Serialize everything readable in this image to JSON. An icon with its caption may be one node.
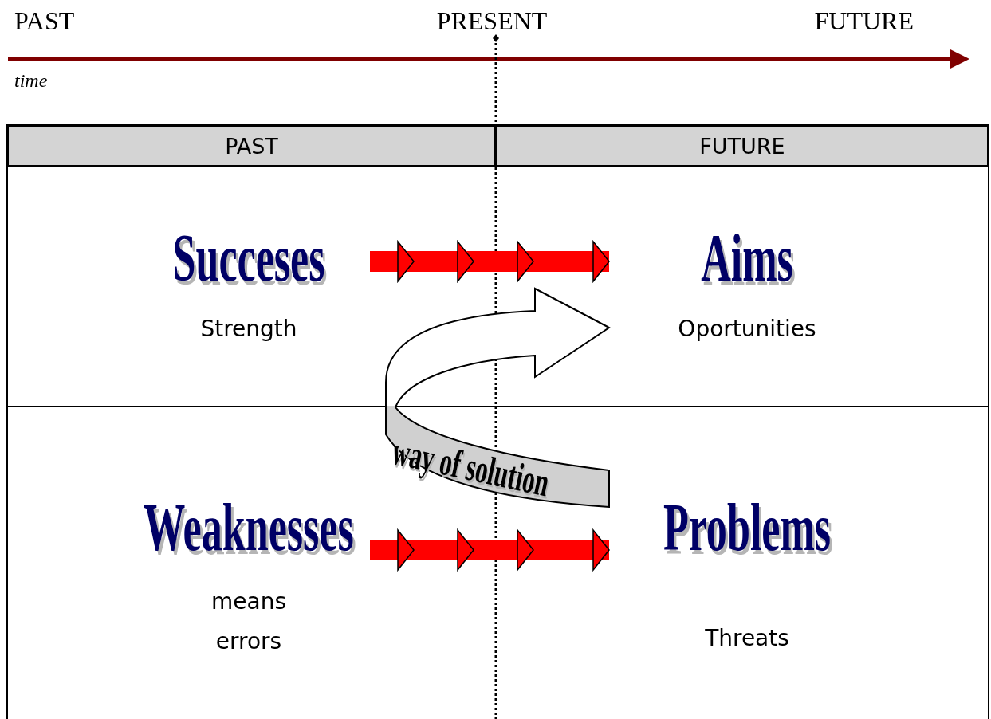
{
  "diagram": {
    "nodes": [
      {
        "text": [
          "PAST"
        ]
      },
      {
        "text": [
          "FUTURE"
        ]
      },
      {
        "text": [
          "Succeses",
          "Strength"
        ]
      },
      {
        "text": [
          "Aims",
          "Oportunities"
        ]
      },
      {
        "text": [
          "Weaknesses",
          "means errors"
        ]
      },
      {
        "text": [
          "Problems",
          "Threats"
        ]
      }
    ],
    "edges": [
      {
        "from": 2,
        "to": 3,
        "arrow": "to",
        "color": "#ff0000"
      },
      {
        "from": 4,
        "to": 5,
        "arrow": "to",
        "color": "#ff0000"
      },
      {
        "from": 5,
        "to": 3,
        "arrow": "to",
        "label": "way of solution"
      }
    ],
    "labels": [
      "PAST",
      "PRESENT",
      "FUTURE",
      "time"
    ]
  }
}
